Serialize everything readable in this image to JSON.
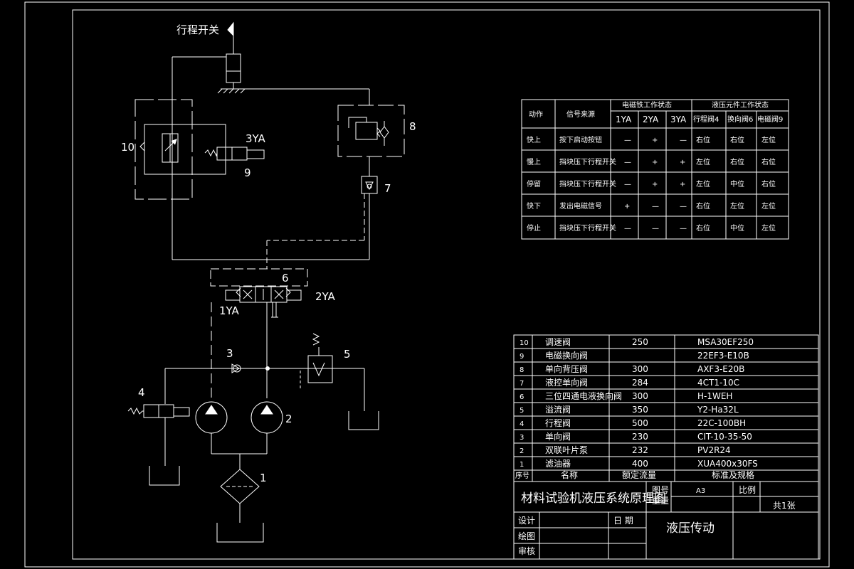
{
  "diagram": {
    "limit_switch_label": "行程开关",
    "component_numbers": {
      "c1": "1",
      "c2": "2",
      "c3": "3",
      "c4": "4",
      "c5": "5",
      "c6": "6",
      "c7": "7",
      "c8": "8",
      "c9": "9",
      "c10": "10"
    },
    "solenoids": {
      "ya1": "1YA",
      "ya2": "2YA",
      "ya3": "3YA"
    }
  },
  "state_table": {
    "col_action": "动作",
    "col_signal": "信号来源",
    "group_solenoid": "电磁铁工作状态",
    "group_hydraulic": "液压元件工作状态",
    "sub_headers": [
      "1YA",
      "2YA",
      "3YA",
      "行程阀4",
      "换向阀6",
      "电磁阀9"
    ],
    "rows": [
      {
        "action": "快上",
        "signal": "按下启动按钮",
        "cells": [
          "—",
          "+",
          "—",
          "右位",
          "右位",
          "左位"
        ]
      },
      {
        "action": "慢上",
        "signal": "挡块压下行程开关",
        "cells": [
          "—",
          "+",
          "+",
          "左位",
          "右位",
          "右位"
        ]
      },
      {
        "action": "停留",
        "signal": "挡块压下行程开关",
        "cells": [
          "—",
          "+",
          "+",
          "左位",
          "中位",
          "右位"
        ]
      },
      {
        "action": "快下",
        "signal": "发出电磁信号",
        "cells": [
          "+",
          "—",
          "—",
          "右位",
          "左位",
          "左位"
        ]
      },
      {
        "action": "停止",
        "signal": "挡块压下行程开关",
        "cells": [
          "—",
          "—",
          "—",
          "右位",
          "中位",
          "左位"
        ]
      }
    ]
  },
  "parts_list": {
    "rows": [
      {
        "no": "10",
        "name": "调速阀",
        "flow": "250",
        "spec": "MSA30EF250"
      },
      {
        "no": "9",
        "name": "电磁换向阀",
        "flow": "",
        "spec": "22EF3-E10B"
      },
      {
        "no": "8",
        "name": "单向背压阀",
        "flow": "300",
        "spec": "AXF3-E20B"
      },
      {
        "no": "7",
        "name": "液控单向阀",
        "flow": "284",
        "spec": "4CT1-10C"
      },
      {
        "no": "6",
        "name": "三位四通电液换向阀",
        "flow": "300",
        "spec": "H-1WEH"
      },
      {
        "no": "5",
        "name": "溢流阀",
        "flow": "350",
        "spec": "Y2-Ha32L"
      },
      {
        "no": "4",
        "name": "行程阀",
        "flow": "500",
        "spec": "22C-100BH"
      },
      {
        "no": "3",
        "name": "单向阀",
        "flow": "230",
        "spec": "CIT-10-35-50"
      },
      {
        "no": "2",
        "name": "双联叶片泵",
        "flow": "232",
        "spec": "PV2R24"
      },
      {
        "no": "1",
        "name": "滤油器",
        "flow": "400",
        "spec": "XUA400x30FS"
      }
    ],
    "header": {
      "no": "序号",
      "name": "名称",
      "flow": "额定流量",
      "spec": "标准及规格"
    }
  },
  "title_block": {
    "title": "材料试验机液压系统原理图",
    "drawing_no_label": "图号",
    "weight_label": "重量",
    "paper": "A3",
    "scale_label": "比例",
    "sheets": "共1张",
    "design_label": "设计",
    "drawing_label": "绘图",
    "review_label": "审核",
    "date_label": "日 期",
    "subject": "液压传动"
  }
}
